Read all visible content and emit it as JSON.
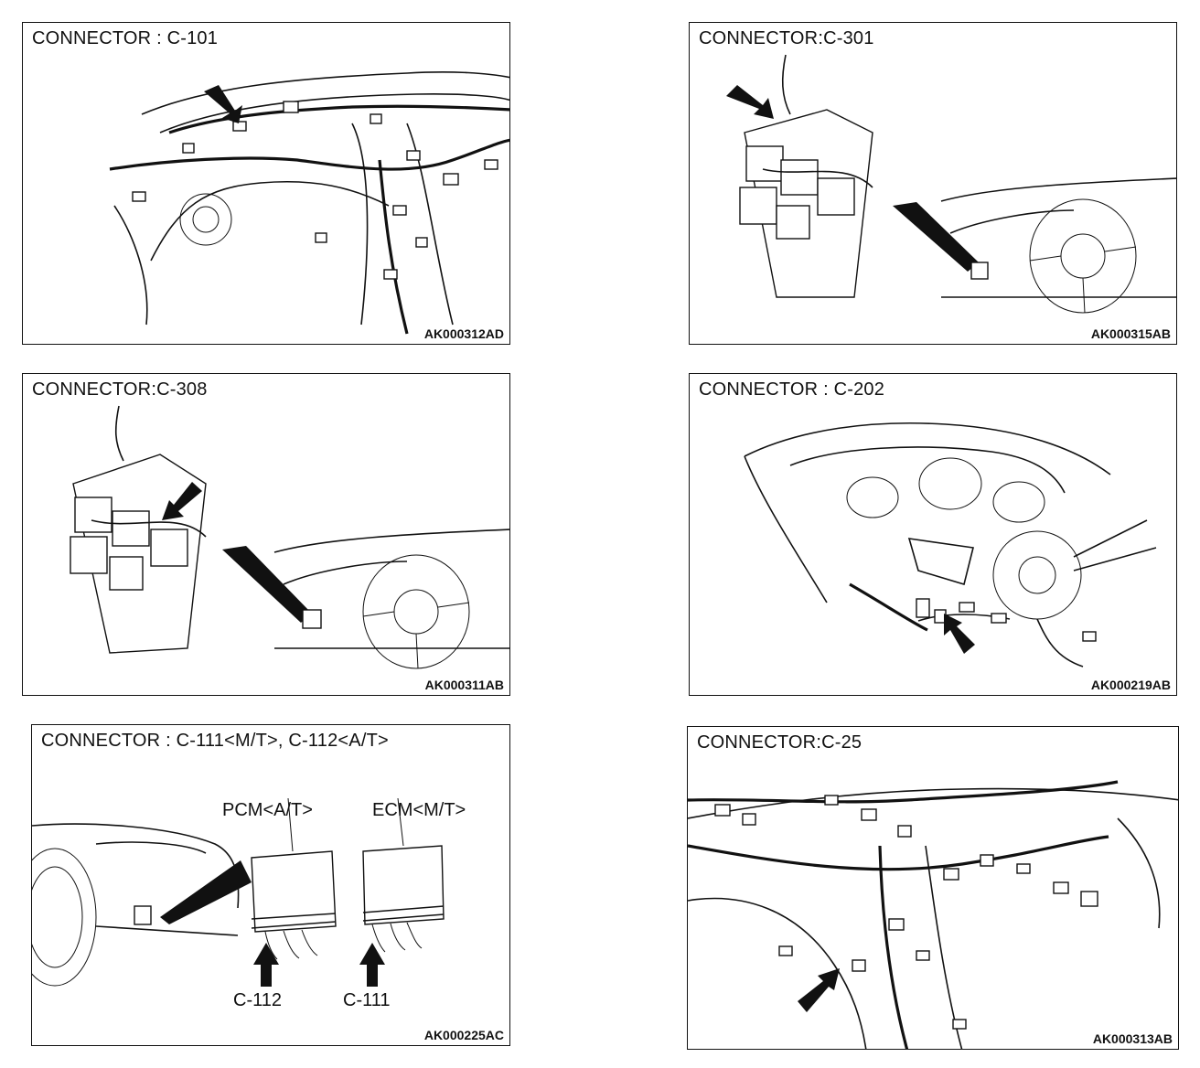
{
  "panels": [
    {
      "title": "CONNECTOR : C-101",
      "code": "AK000312AD"
    },
    {
      "title": "CONNECTOR:C-301",
      "code": "AK000315AB"
    },
    {
      "title": "CONNECTOR:C-308",
      "code": "AK000311AB"
    },
    {
      "title": "CONNECTOR : C-202",
      "code": "AK000219AB"
    },
    {
      "title": "CONNECTOR : C-111<M/T>, C-112<A/T>",
      "code": "AK000225AC",
      "labels": {
        "pcm": "PCM<A/T>",
        "ecm": "ECM<M/T>",
        "c112": "C-112",
        "c111": "C-111"
      }
    },
    {
      "title": "CONNECTOR:C-25",
      "code": "AK000313AB"
    }
  ]
}
